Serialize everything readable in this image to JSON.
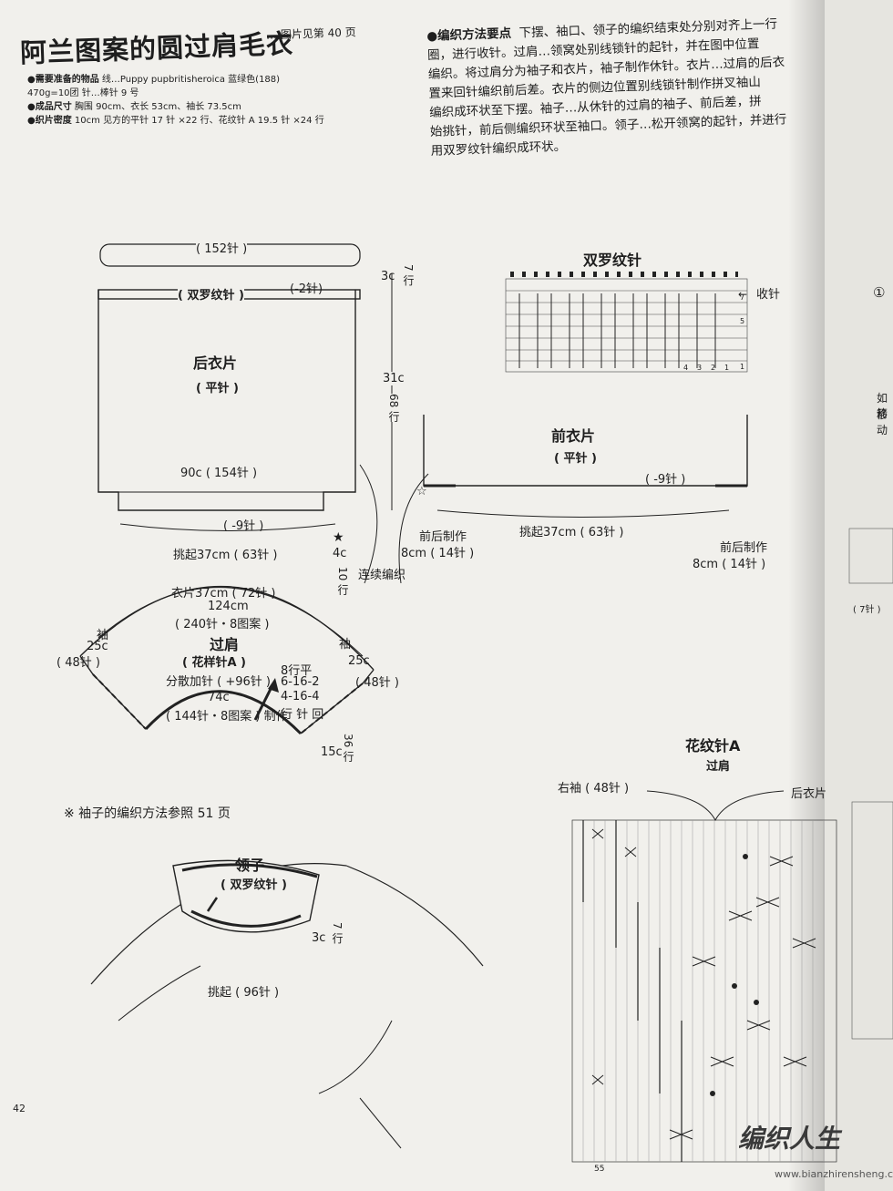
{
  "header": {
    "title": "阿兰图案的圆过肩毛衣",
    "subtitle": "… 图片见第 40 页"
  },
  "materials": {
    "row1_label": "●需要准备的物品",
    "row1_value": "线…Puppy  pupbritisheroica  蓝绿色(188)",
    "row2_value": "470g=10团  针…棒针 9 号",
    "row3_label": "●成品尺寸",
    "row3_value": "胸围 90cm、衣长 53cm、袖长 73.5cm",
    "row4_label": "●织片密度",
    "row4_value": "10cm 见方的平针 17 针 ×22 行、花纹针 A  19.5 针 ×24 行"
  },
  "method": {
    "label": "●编织方法要点",
    "lines": [
      "下摆、袖口、领子的编织结束处分别对齐上一行",
      "圈，进行收针。过肩…领窝处别线锁针的起针，并在图中位置",
      "编织。将过肩分为袖子和衣片，袖子制作休针。衣片…过肩的后衣",
      "置来回针编织前后差。衣片的侧边位置别线锁针制作拼叉袖山",
      "编织成环状至下摆。袖子…从休针的过肩的袖子、前后差，拼",
      "始挑针，前后侧编织环状至袖口。领子…松开领窝的起针，并进行",
      "用双罗纹针编织成环状。"
    ]
  },
  "back": {
    "top_count": "( 152针 )",
    "rib": "( 双罗纹针 )",
    "dec": "(-2针)",
    "title": "后衣片",
    "stitch": "( 平针 )",
    "width": "90c ( 154针 )",
    "hem_dec": "( -9针 )",
    "pickup": "挑起37cm ( 63针 )",
    "h1": "3c",
    "h1r": "7 行",
    "h2": "31c",
    "h2r": "68 行",
    "h3": "4c",
    "h3r": "10 行",
    "join": "连续编织"
  },
  "rib_chart": {
    "title": "双罗纹针",
    "bind": "收针",
    "rows": [
      "7",
      "5",
      "1"
    ],
    "cols": [
      "4",
      "3",
      "2",
      "1"
    ]
  },
  "front": {
    "title": "前衣片",
    "stitch": "( 平针 )",
    "dec": "( -9针 )",
    "pickup": "挑起37cm ( 63针 )",
    "left_note": "前后制作",
    "left_size": "8cm ( 14针 )",
    "right_note": "前后制作",
    "right_size": "8cm ( 14针 )"
  },
  "yoke": {
    "body": "衣片37cm ( 72针 )",
    "top": "124cm",
    "top_count": "( 240针・8图案 )",
    "title": "过肩",
    "stitch": "( 花样针A )",
    "inc": "分散加针 ( +96针 )",
    "bottom": "74c",
    "bottom_count": "( 144针・8图案 ) 制作",
    "sleeve_left": "袖",
    "sleeve_left_size": "25c",
    "sleeve_left_count": "( 48针 )",
    "sleeve_right": "袖",
    "sleeve_right_size": "25c",
    "sleeve_right_count": "( 48针 )",
    "rows_note": [
      "8行平",
      "6-16-2",
      "4-16-4",
      "行 针 回"
    ],
    "depth": "15c",
    "depth_rows": "36 行"
  },
  "note": "※ 袖子的编织方法参照 51 页",
  "collar": {
    "title": "领子",
    "stitch": "( 双罗纹针 )",
    "h": "3c",
    "hr": "7 行",
    "pickup": "挑起 ( 96针 )"
  },
  "patternA": {
    "title": "花纹针A",
    "sub": "过肩",
    "right_sleeve": "右袖 ( 48针 )",
    "back_body": "后衣片",
    "bottom_num": "55"
  },
  "page_number": "42",
  "next_page": {
    "circled": "①",
    "text1": "如箭",
    "text2": "移动",
    "star": "( 7针 )"
  },
  "watermark": {
    "text": "编织人生",
    "url": "www.bianzhirensheng.com"
  }
}
